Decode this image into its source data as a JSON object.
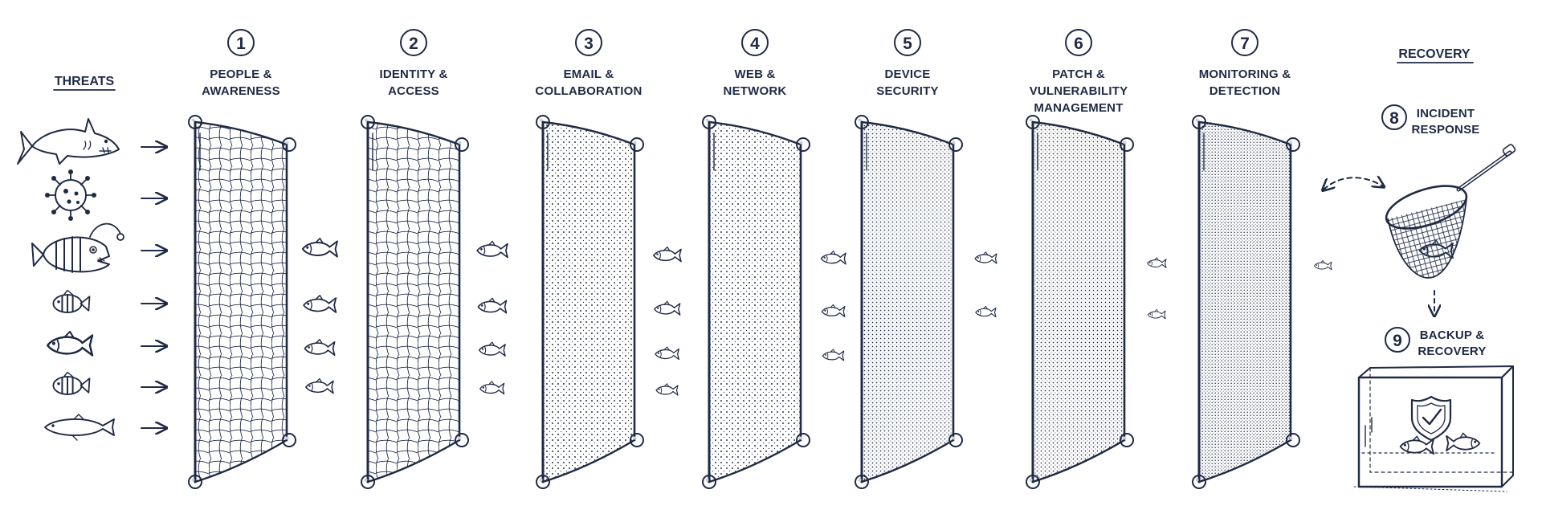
{
  "threats": {
    "title": "THREATS",
    "items": [
      {
        "icon": "shark-icon"
      },
      {
        "icon": "virus-icon"
      },
      {
        "icon": "anglerfish-icon"
      },
      {
        "icon": "striped-fish-icon"
      },
      {
        "icon": "fish-icon"
      },
      {
        "icon": "striped-fish-icon"
      },
      {
        "icon": "long-fish-icon"
      }
    ]
  },
  "layers": [
    {
      "number": "1",
      "label": [
        "PEOPLE &",
        "AWARENESS"
      ],
      "mesh": "coarse",
      "passing_fish": 4
    },
    {
      "number": "2",
      "label": [
        "IDENTITY &",
        "ACCESS"
      ],
      "mesh": "coarse",
      "passing_fish": 4
    },
    {
      "number": "3",
      "label": [
        "EMAIL &",
        "COLLABORATION"
      ],
      "mesh": "medium",
      "passing_fish": 4
    },
    {
      "number": "4",
      "label": [
        "WEB &",
        "NETWORK"
      ],
      "mesh": "medium",
      "passing_fish": 3
    },
    {
      "number": "5",
      "label": [
        "DEVICE",
        "SECURITY"
      ],
      "mesh": "fine",
      "passing_fish": 2
    },
    {
      "number": "6",
      "label": [
        "PATCH &",
        "VULNERABILITY",
        "MANAGEMENT"
      ],
      "mesh": "fine",
      "passing_fish": 2
    },
    {
      "number": "7",
      "label": [
        "MONITORING &",
        "DETECTION"
      ],
      "mesh": "finest",
      "passing_fish": 1
    }
  ],
  "recovery": {
    "title": "RECOVERY",
    "incident": {
      "number": "8",
      "label": [
        "INCIDENT",
        "RESPONSE"
      ],
      "icon": "landing-net-icon"
    },
    "backup": {
      "number": "9",
      "label": [
        "BACKUP &",
        "RECOVERY"
      ],
      "icon": "aquarium-shield-icon"
    }
  },
  "colors": {
    "ink": "#1f2a44",
    "background": "#ffffff"
  }
}
